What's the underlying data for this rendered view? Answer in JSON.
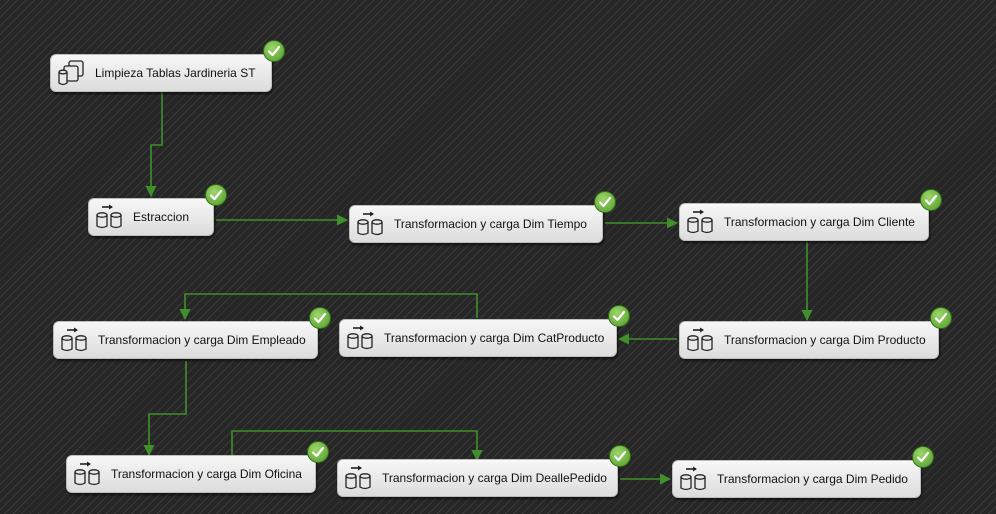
{
  "tasks": [
    {
      "id": "t1",
      "label": "Limpieza Tablas Jardineria ST",
      "icon": "sql-task-icon",
      "status": "success"
    },
    {
      "id": "t2",
      "label": "Estraccion",
      "icon": "data-flow-icon",
      "status": "success"
    },
    {
      "id": "t3",
      "label": "Transformacion y carga Dim Tiempo",
      "icon": "data-flow-icon",
      "status": "success"
    },
    {
      "id": "t4",
      "label": "Transformacion y carga Dim Cliente",
      "icon": "data-flow-icon",
      "status": "success"
    },
    {
      "id": "t5",
      "label": "Transformacion y carga Dim Producto",
      "icon": "data-flow-icon",
      "status": "success"
    },
    {
      "id": "t6",
      "label": "Transformacion y carga Dim CatProducto",
      "icon": "data-flow-icon",
      "status": "success"
    },
    {
      "id": "t7",
      "label": "Transformacion y carga Dim Empleado",
      "icon": "data-flow-icon",
      "status": "success"
    },
    {
      "id": "t8",
      "label": "Transformacion y carga Dim Oficina",
      "icon": "data-flow-icon",
      "status": "success"
    },
    {
      "id": "t9",
      "label": "Transformacion y carga Dim DeallePedido",
      "icon": "data-flow-icon",
      "status": "success"
    },
    {
      "id": "t10",
      "label": "Transformacion y carga Dim Pedido",
      "icon": "data-flow-icon",
      "status": "success"
    }
  ],
  "colors": {
    "connector": "#3f8f2a",
    "success": "#5aa832",
    "canvas": "#262626"
  }
}
